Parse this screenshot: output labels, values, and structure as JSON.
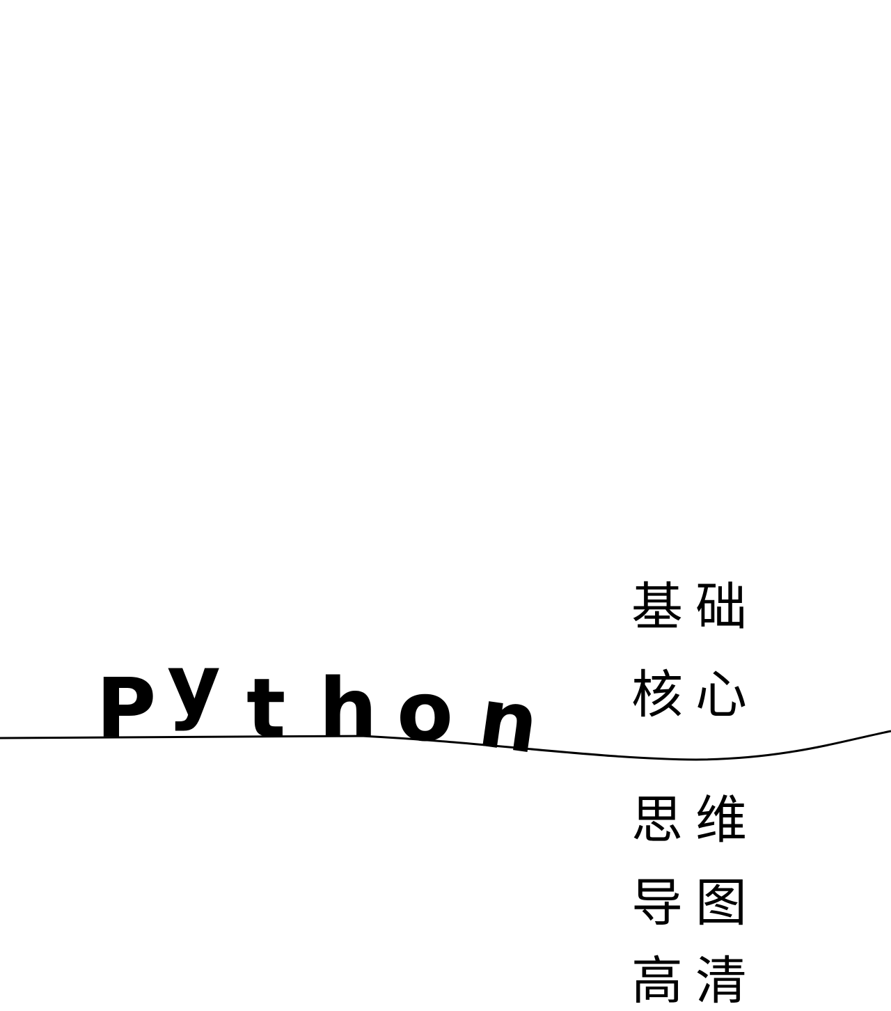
{
  "title_letters": [
    "P",
    "y",
    "t",
    "h",
    "o",
    "n"
  ],
  "subtitle_rows": [
    [
      "基",
      "础"
    ],
    [
      "核",
      "心"
    ],
    [
      "思",
      "维"
    ],
    [
      "导",
      "图"
    ],
    [
      "高",
      "清"
    ]
  ],
  "colors": {
    "background": "#ffffff",
    "ink": "#000000"
  }
}
